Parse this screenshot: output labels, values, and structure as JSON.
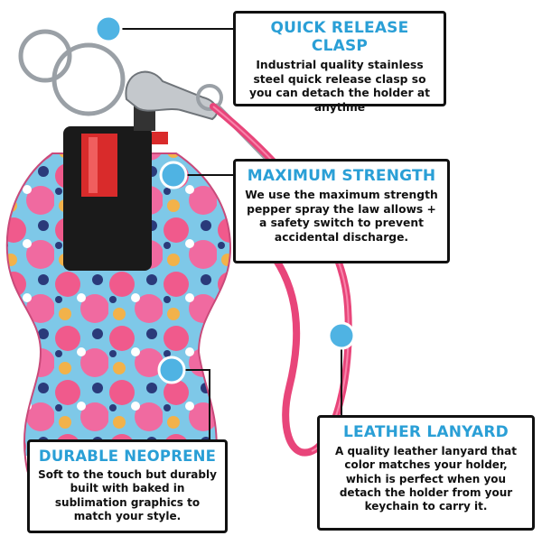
{
  "callouts": {
    "clasp": {
      "title": "QUICK RELEASE CLASP",
      "body": "Industrial quality stainless steel quick release clasp so you can detach the holder at anytime"
    },
    "strength": {
      "title": "MAXIMUM STRENGTH",
      "body": "We use the maximum strength pepper spray the law allows + a safety switch to prevent accidental discharge."
    },
    "neoprene": {
      "title": "DURABLE NEOPRENE",
      "body": "Soft to the touch but durably built with baked in sublimation graphics to match your style."
    },
    "lanyard": {
      "title": "LEATHER LANYARD",
      "body": "A quality leather lanyard that color matches your holder, which is perfect when you detach the holder from your keychain to carry it."
    }
  },
  "colors": {
    "accent": "#2a9fd6",
    "marker": "#4fb3e3",
    "lanyard": "#e8457a",
    "neoprene_pink": "#f05a8c",
    "neoprene_blue": "#7ec8e8"
  },
  "icons": [
    "key-ring-icon",
    "clasp-icon",
    "spray-canister-icon",
    "marker-dot-icon"
  ]
}
